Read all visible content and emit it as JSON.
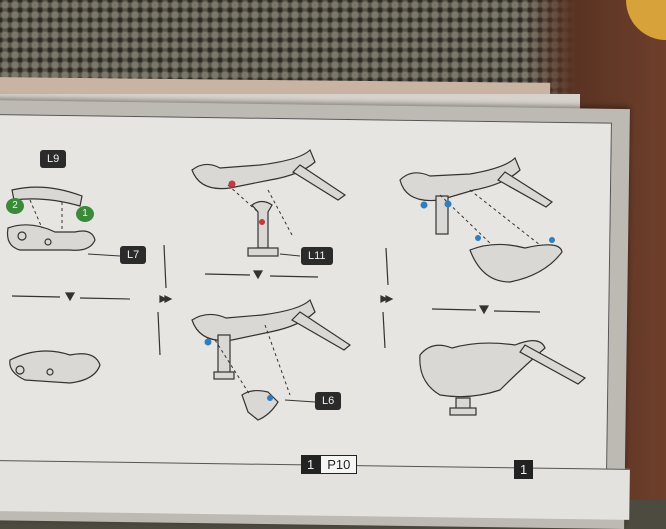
{
  "labels": {
    "l9": "L9",
    "l7": "L7",
    "l11": "L11",
    "l6": "L6",
    "step_a": "2",
    "step_b": "1",
    "step_num": "1",
    "page_ref": "P10",
    "step_num_right": "1"
  },
  "colors": {
    "page": "#e6e5e1",
    "line": "#333333",
    "part_fill": "#d9d8d4",
    "marker_red": "#c33a3a",
    "marker_blue": "#2f7fbf",
    "badge": "#2b2b2b",
    "badge_green": "#3a8a3a"
  }
}
